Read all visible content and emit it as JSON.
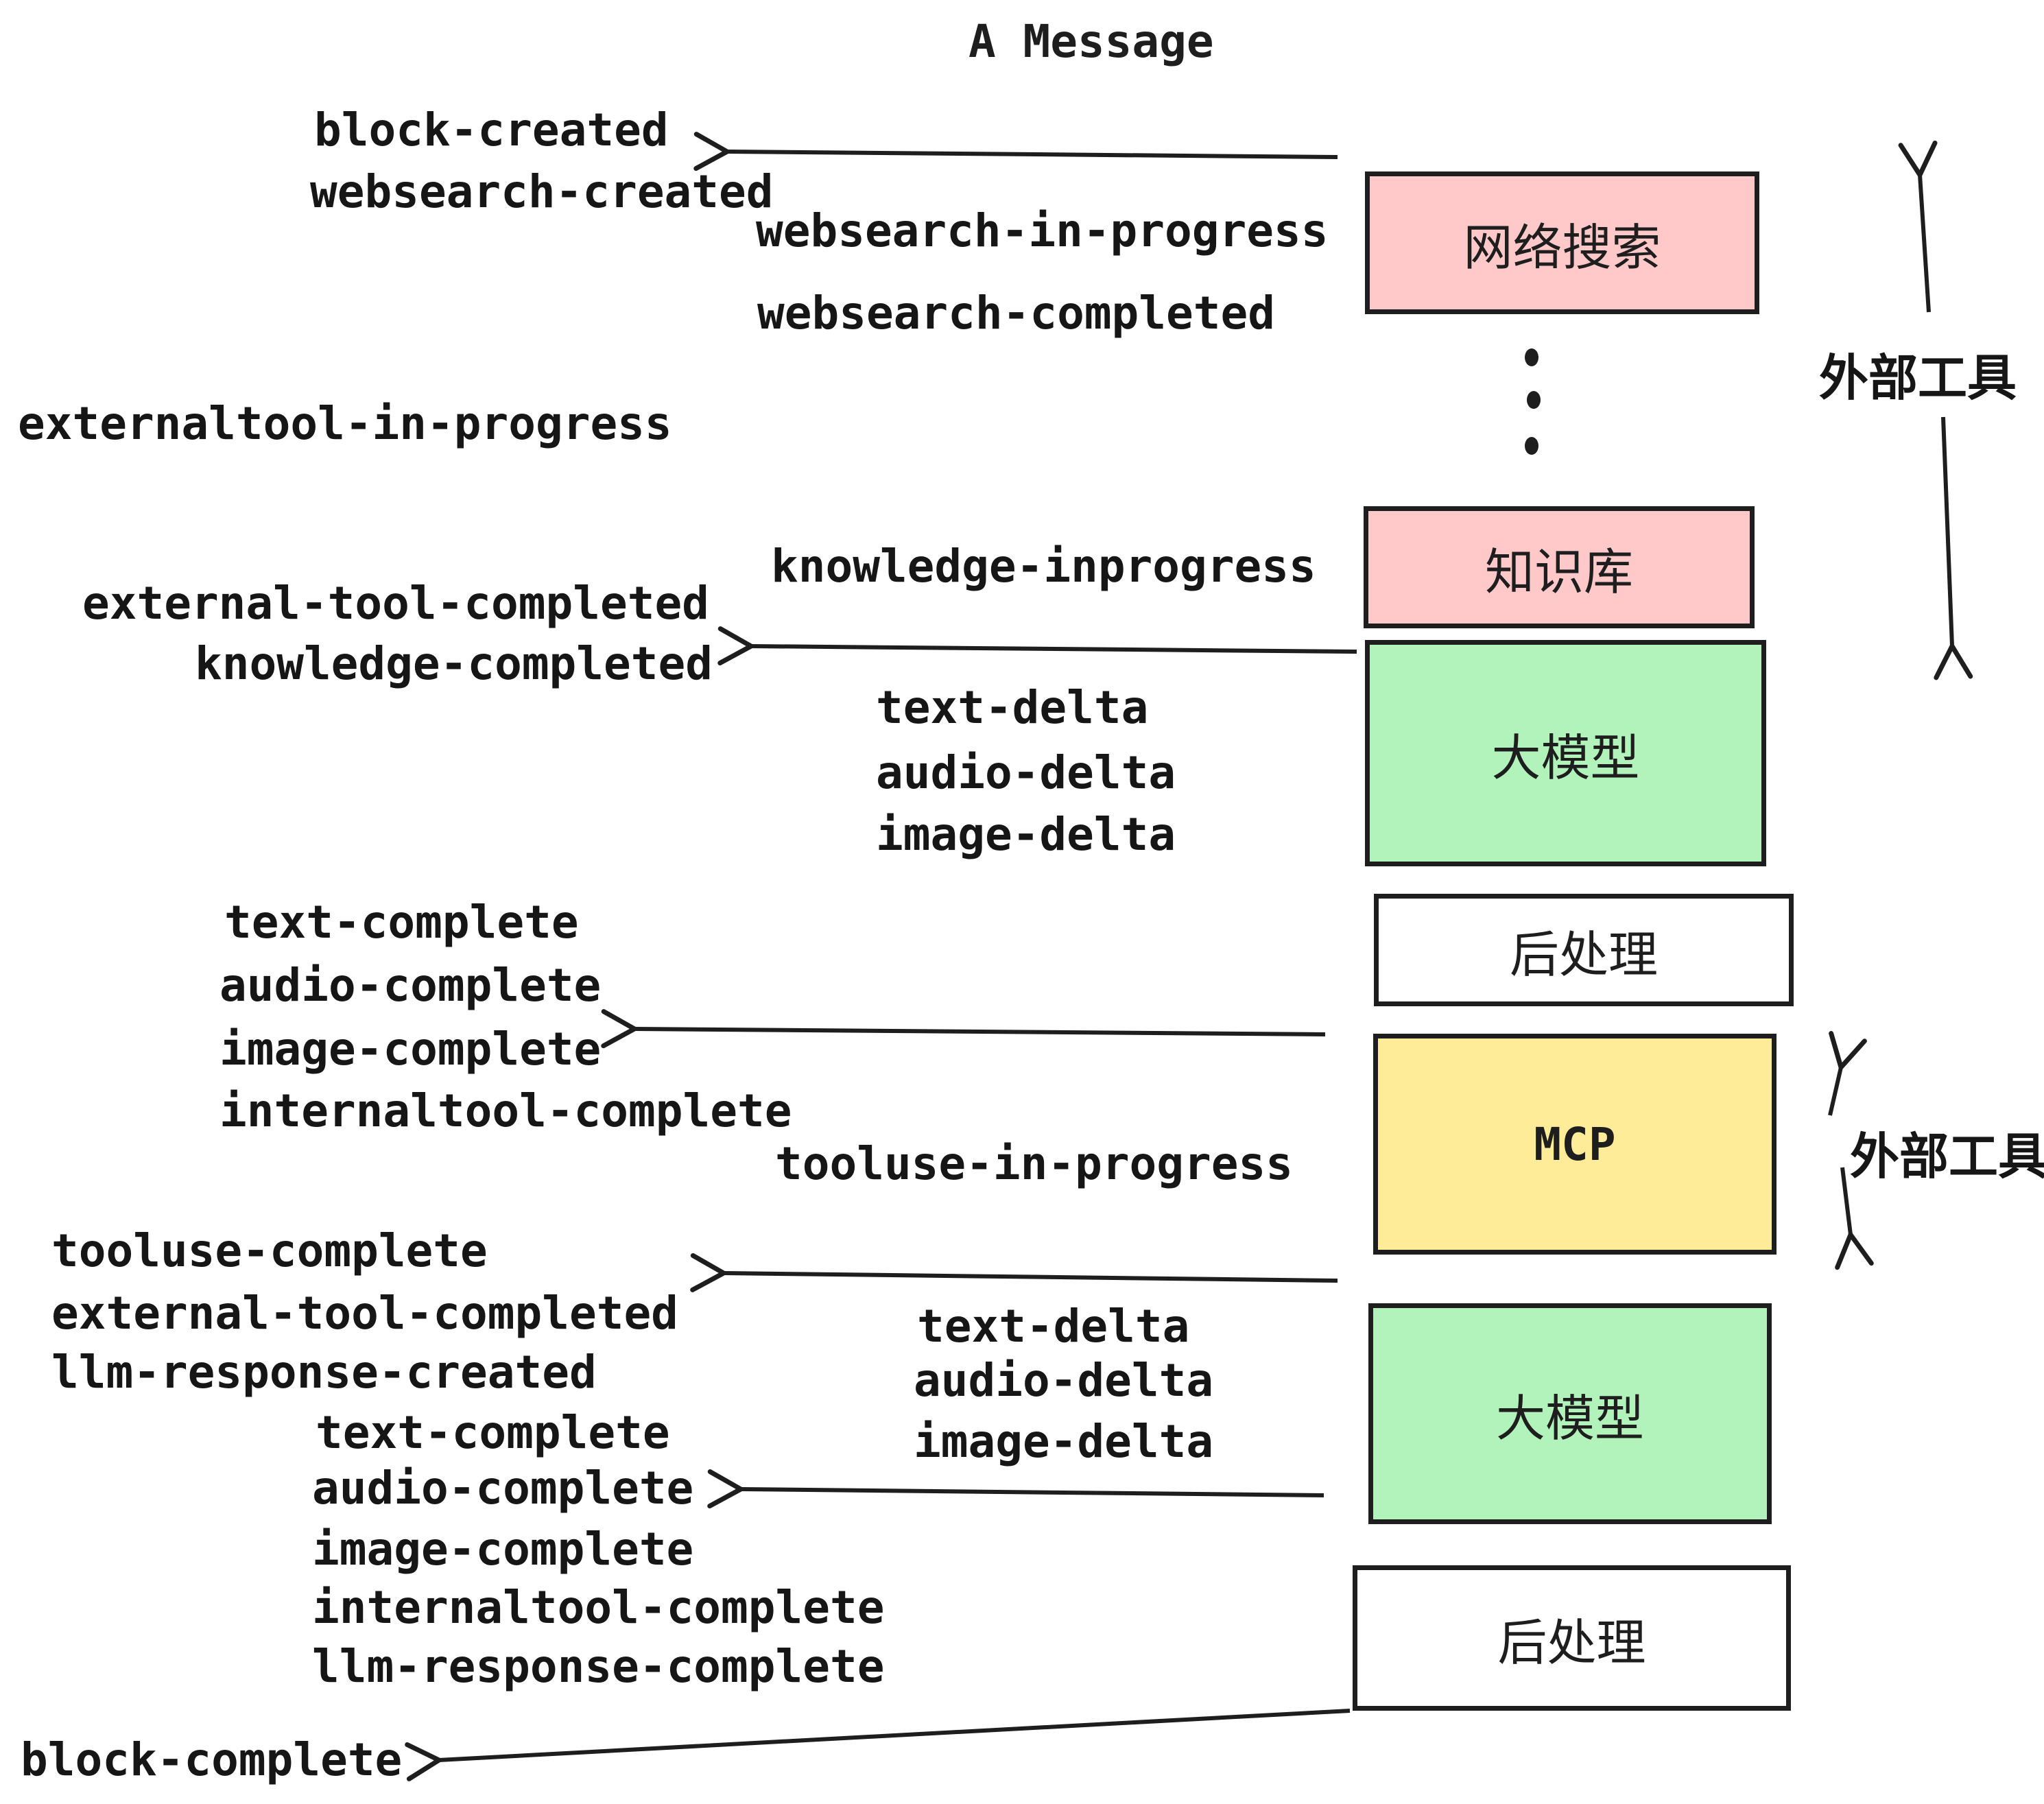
{
  "title": "A Message",
  "events": {
    "block_created": "block-created",
    "websearch_created": "websearch-created",
    "websearch_in_progress": "websearch-in-progress",
    "websearch_completed": "websearch-completed",
    "externaltool_in_progress": "externaltool-in-progress",
    "knowledge_inprogress": "knowledge-inprogress",
    "external_tool_completed_1": "external-tool-completed",
    "knowledge_completed": "knowledge-completed",
    "text_delta_1": "text-delta",
    "audio_delta_1": "audio-delta",
    "image_delta_1": "image-delta",
    "text_complete_1": "text-complete",
    "audio_complete_1": "audio-complete",
    "image_complete_1": "image-complete",
    "internaltool_complete_1": "internaltool-complete",
    "tooluse_in_progress": "tooluse-in-progress",
    "tooluse_complete": "tooluse-complete",
    "external_tool_completed_2": "external-tool-completed",
    "llm_response_created": "llm-response-created",
    "text_complete_2": "text-complete",
    "audio_complete_2": "audio-complete",
    "image_complete_2": "image-complete",
    "internaltool_complete_2": "internaltool-complete",
    "llm_response_complete": "llm-response-complete",
    "text_delta_2": "text-delta",
    "audio_delta_2": "audio-delta",
    "image_delta_2": "image-delta",
    "block_complete": "block-complete"
  },
  "boxes": {
    "websearch": {
      "label": "网络搜索",
      "fill": "#ffc9c9"
    },
    "knowledge": {
      "label": "知识库",
      "fill": "#ffc9c9"
    },
    "llm_1": {
      "label": "大模型",
      "fill": "#b2f2bb"
    },
    "post_1": {
      "label": "后处理",
      "fill": "#ffffff"
    },
    "mcp": {
      "label": "MCP",
      "fill": "#ffec99"
    },
    "llm_2": {
      "label": "大模型",
      "fill": "#b2f2bb"
    },
    "post_2": {
      "label": "后处理",
      "fill": "#ffffff"
    }
  },
  "annotations": {
    "external_tools_top": "外部工具",
    "external_tools_mcp": "外部工具"
  },
  "colors": {
    "stroke": "#1e1e1e",
    "pink": "#ffc9c9",
    "green": "#b2f2bb",
    "yellow": "#ffec99"
  }
}
